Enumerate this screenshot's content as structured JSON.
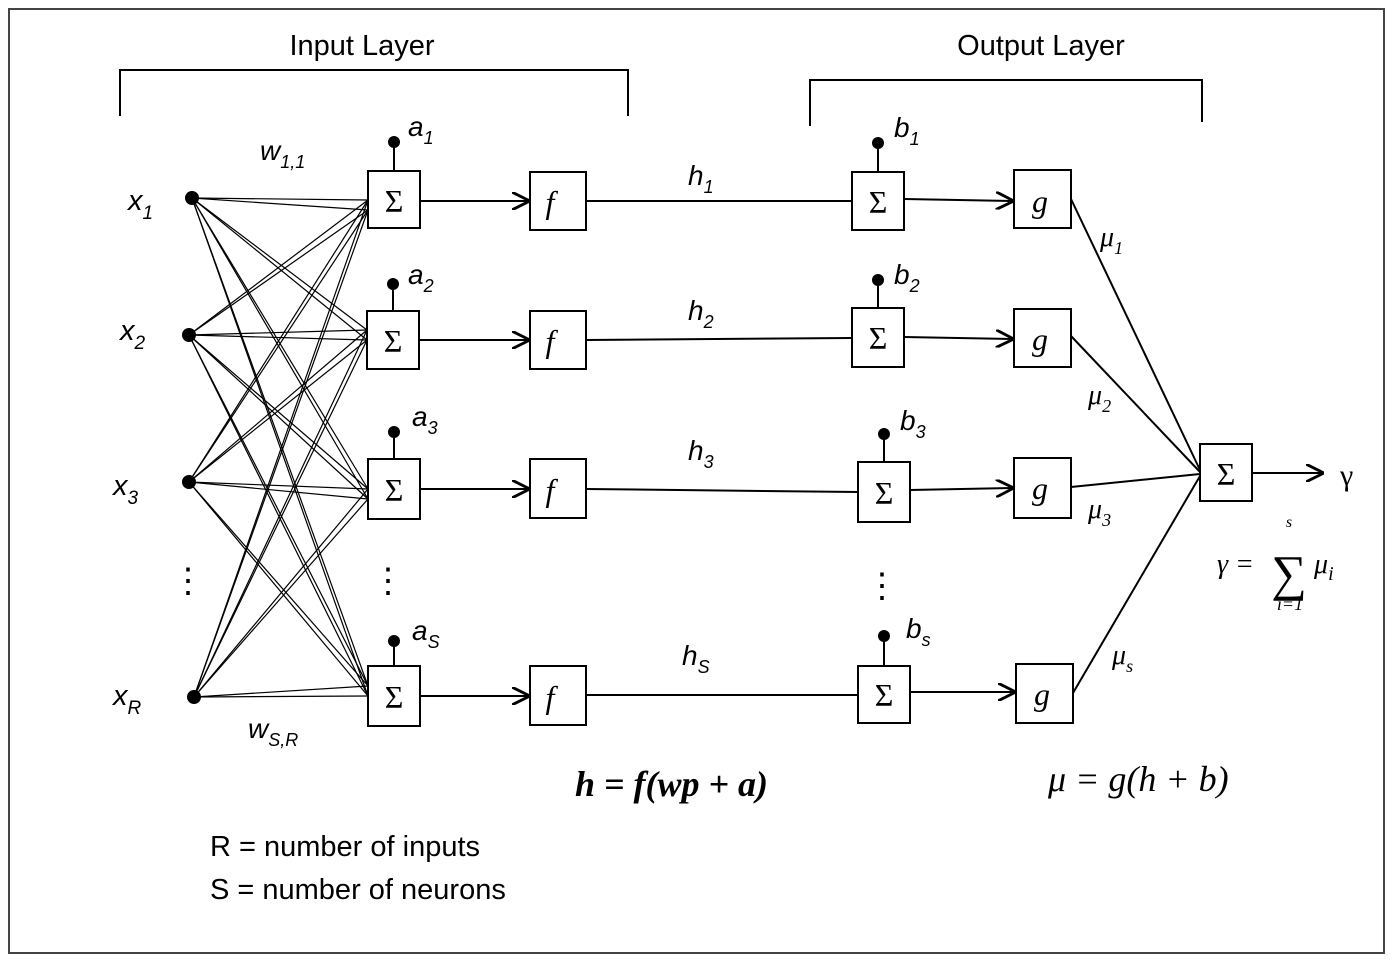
{
  "layers": {
    "input": "Input Layer",
    "output": "Output Layer"
  },
  "inputs": [
    {
      "base": "x",
      "sub": "1"
    },
    {
      "base": "x",
      "sub": "2"
    },
    {
      "base": "x",
      "sub": "3"
    },
    {
      "base": "x",
      "sub": "R"
    }
  ],
  "weights": {
    "first": {
      "base": "w",
      "sub": "1,1"
    },
    "last": {
      "base": "w",
      "sub": "S,R"
    }
  },
  "hidden_bias": [
    {
      "base": "a",
      "sub": "1"
    },
    {
      "base": "a",
      "sub": "2"
    },
    {
      "base": "a",
      "sub": "3"
    },
    {
      "base": "a",
      "sub": "S"
    }
  ],
  "hidden_out": [
    {
      "base": "h",
      "sub": "1"
    },
    {
      "base": "h",
      "sub": "2"
    },
    {
      "base": "h",
      "sub": "3"
    },
    {
      "base": "h",
      "sub": "S"
    }
  ],
  "output_bias": [
    {
      "base": "b",
      "sub": "1"
    },
    {
      "base": "b",
      "sub": "2"
    },
    {
      "base": "b",
      "sub": "3"
    },
    {
      "base": "b",
      "sub": "s"
    }
  ],
  "mu": [
    {
      "base": "μ",
      "sub": "1"
    },
    {
      "base": "μ",
      "sub": "2"
    },
    {
      "base": "μ",
      "sub": "3"
    },
    {
      "base": "μ",
      "sub": "s"
    }
  ],
  "symbols": {
    "sum": "Σ",
    "activation_f": "f",
    "activation_g": "g",
    "output": "γ",
    "dots": "⋮"
  },
  "equations": {
    "hidden": "h = f(wp + a)",
    "output": "μ = g(h + b)",
    "sum_lhs": "γ =",
    "sum_sigma": "∑",
    "sum_top": "s",
    "sum_bottom": "i=1",
    "sum_term": "μ",
    "sum_term_sub": "i"
  },
  "legend": [
    "R = number of inputs",
    "S = number of neurons"
  ]
}
